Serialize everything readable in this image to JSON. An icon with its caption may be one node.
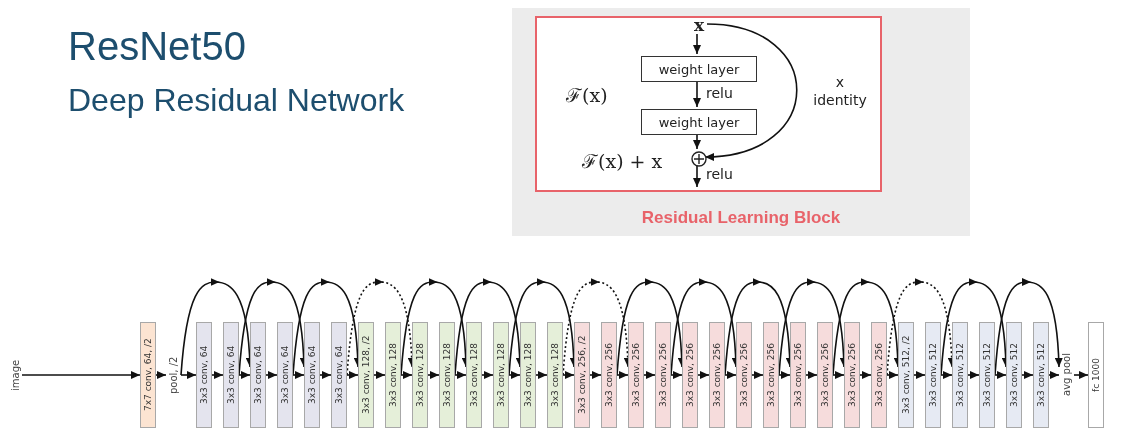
{
  "diagram": {
    "title": "ResNet50",
    "nodes": [
      {
        "text": [
          "Residual Learning Block"
        ]
      },
      {
        "text": [],
        "shape": "box",
        "in": 0
      },
      {
        "text": [
          "x"
        ],
        "in": 1
      },
      {
        "text": [
          "weight layer"
        ],
        "in": 1
      },
      {
        "text": [
          "weight layer"
        ],
        "in": 1
      },
      {
        "text": [],
        "shape": "circle",
        "in": 1
      },
      {
        "text": [
          "image"
        ]
      },
      {
        "text": [
          "7x7 conv, 64, /2"
        ]
      },
      {
        "text": [
          "pool, /2"
        ]
      },
      {
        "text": [
          "3x3 conv, 64"
        ]
      },
      {
        "text": [
          "3x3 conv, 64"
        ]
      },
      {
        "text": [
          "3x3 conv, 64"
        ]
      },
      {
        "text": [
          "3x3 conv, 64"
        ]
      },
      {
        "text": [
          "3x3 conv, 64"
        ]
      },
      {
        "text": [
          "3x3 conv, 64"
        ]
      },
      {
        "text": [
          "3x3 conv, 128, /2"
        ]
      },
      {
        "text": [
          "3x3 conv, 128"
        ]
      },
      {
        "text": [
          "3x3 conv, 128"
        ]
      },
      {
        "text": [
          "3x3 conv, 128"
        ]
      },
      {
        "text": [
          "3x3 conv, 128"
        ]
      },
      {
        "text": [
          "3x3 conv, 128"
        ]
      },
      {
        "text": [
          "3x3 conv, 128"
        ]
      },
      {
        "text": [
          "3x3 conv, 128"
        ]
      },
      {
        "text": [
          "3x3 conv, 256, /2"
        ]
      },
      {
        "text": [
          "3x3 conv, 256"
        ]
      },
      {
        "text": [
          "3x3 conv, 256"
        ]
      },
      {
        "text": [
          "3x3 conv, 256"
        ]
      },
      {
        "text": [
          "3x3 conv, 256"
        ]
      },
      {
        "text": [
          "3x3 conv, 256"
        ]
      },
      {
        "text": [
          "3x3 conv, 256"
        ]
      },
      {
        "text": [
          "3x3 conv, 256"
        ]
      },
      {
        "text": [
          "3x3 conv, 256"
        ]
      },
      {
        "text": [
          "3x3 conv, 256"
        ]
      },
      {
        "text": [
          "3x3 conv, 256"
        ]
      },
      {
        "text": [
          "3x3 conv, 256"
        ]
      },
      {
        "text": [
          "3x3 conv, 512, /2"
        ]
      },
      {
        "text": [
          "3x3 conv, 512"
        ]
      },
      {
        "text": [
          "3x3 conv, 512"
        ]
      },
      {
        "text": [
          "3x3 conv, 512"
        ]
      },
      {
        "text": [
          "3x3 conv, 512"
        ]
      },
      {
        "text": [
          "3x3 conv, 512"
        ]
      },
      {
        "text": [
          "avg pool"
        ]
      },
      {
        "text": [
          "fc 1000"
        ]
      }
    ],
    "edges": [
      {
        "from": 2,
        "to": 3,
        "arrow": "to"
      },
      {
        "from": 3,
        "to": 4,
        "label": "relu",
        "arrow": "to"
      },
      {
        "from": 4,
        "to": 5,
        "arrow": "to"
      },
      {
        "from": 2,
        "to": 5,
        "label": "x identity",
        "arrow": "to"
      },
      {
        "from": 5,
        "to": null,
        "label": "relu",
        "arrow": "to"
      },
      {
        "from": 6,
        "to": 7,
        "arrow": "to"
      },
      {
        "from": 7,
        "to": 8,
        "arrow": "to"
      },
      {
        "from": 8,
        "to": 9,
        "arrow": "to"
      },
      {
        "from": 9,
        "to": 10,
        "arrow": "to"
      },
      {
        "from": 10,
        "to": 11,
        "arrow": "to"
      },
      {
        "from": 11,
        "to": 12,
        "arrow": "to"
      },
      {
        "from": 12,
        "to": 13,
        "arrow": "to"
      },
      {
        "from": 13,
        "to": 14,
        "arrow": "to"
      },
      {
        "from": 14,
        "to": 15,
        "arrow": "to"
      },
      {
        "from": 15,
        "to": 16,
        "arrow": "to"
      },
      {
        "from": 16,
        "to": 17,
        "arrow": "to"
      },
      {
        "from": 17,
        "to": 18,
        "arrow": "to"
      },
      {
        "from": 18,
        "to": 19,
        "arrow": "to"
      },
      {
        "from": 19,
        "to": 20,
        "arrow": "to"
      },
      {
        "from": 20,
        "to": 21,
        "arrow": "to"
      },
      {
        "from": 21,
        "to": 22,
        "arrow": "to"
      },
      {
        "from": 22,
        "to": 23,
        "arrow": "to"
      },
      {
        "from": 23,
        "to": 24,
        "arrow": "to"
      },
      {
        "from": 24,
        "to": 25,
        "arrow": "to"
      },
      {
        "from": 25,
        "to": 26,
        "arrow": "to"
      },
      {
        "from": 26,
        "to": 27,
        "arrow": "to"
      },
      {
        "from": 27,
        "to": 28,
        "arrow": "to"
      },
      {
        "from": 28,
        "to": 29,
        "arrow": "to"
      },
      {
        "from": 29,
        "to": 30,
        "arrow": "to"
      },
      {
        "from": 30,
        "to": 31,
        "arrow": "to"
      },
      {
        "from": 31,
        "to": 32,
        "arrow": "to"
      },
      {
        "from": 32,
        "to": 33,
        "arrow": "to"
      },
      {
        "from": 33,
        "to": 34,
        "arrow": "to"
      },
      {
        "from": 34,
        "to": 35,
        "arrow": "to"
      },
      {
        "from": 35,
        "to": 36,
        "arrow": "to"
      },
      {
        "from": 36,
        "to": 37,
        "arrow": "to"
      },
      {
        "from": 37,
        "to": 38,
        "arrow": "to"
      },
      {
        "from": 38,
        "to": 39,
        "arrow": "to"
      },
      {
        "from": 39,
        "to": 40,
        "arrow": "to"
      },
      {
        "from": 40,
        "to": 41,
        "arrow": "to"
      },
      {
        "from": 41,
        "to": 42,
        "arrow": "to"
      },
      {
        "from": 8,
        "to": 11,
        "arrow": "to"
      },
      {
        "from": 10,
        "to": 13,
        "arrow": "to"
      },
      {
        "from": 12,
        "to": 15,
        "arrow": "to"
      },
      {
        "from": 14,
        "to": 17,
        "arrow": "to",
        "style": "dashed"
      },
      {
        "from": 16,
        "to": 19,
        "arrow": "to"
      },
      {
        "from": 18,
        "to": 21,
        "arrow": "to"
      },
      {
        "from": 20,
        "to": 23,
        "arrow": "to"
      },
      {
        "from": 22,
        "to": 25,
        "arrow": "to",
        "style": "dashed"
      },
      {
        "from": 24,
        "to": 27,
        "arrow": "to"
      },
      {
        "from": 26,
        "to": 29,
        "arrow": "to"
      },
      {
        "from": 28,
        "to": 31,
        "arrow": "to"
      },
      {
        "from": 30,
        "to": 33,
        "arrow": "to"
      },
      {
        "from": 32,
        "to": 35,
        "arrow": "to"
      },
      {
        "from": 34,
        "to": 37,
        "arrow": "to",
        "style": "dashed"
      },
      {
        "from": 36,
        "to": 39,
        "arrow": "to"
      },
      {
        "from": 38,
        "to": 41,
        "arrow": "to"
      }
    ],
    "labels": [
      "Deep Residual Network",
      "ℱ(x)",
      "ℱ(x) + x"
    ]
  }
}
